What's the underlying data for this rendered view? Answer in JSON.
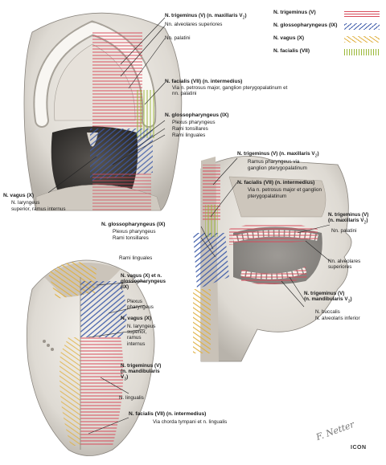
{
  "legend": {
    "trigeminus": {
      "label": "N. trigeminus (V)",
      "color": "#d84a5a"
    },
    "glosso": {
      "label": "N. glossopharyngeus (IX)",
      "color": "#3c5aa8"
    },
    "vagus": {
      "label": "N. vagus (X)",
      "color": "#e0b040"
    },
    "facialis": {
      "label": "N. facialis (VII)",
      "color": "#9ab838"
    }
  },
  "palate": {
    "trigem_title": "N. trigeminus (V) (n. maxillaris V",
    "trigem_sub": "2",
    "trigem_close": ")",
    "alveolares_sup": "Nn. alveolares superiores",
    "palatini": "Nn. palatini",
    "facialis_title": "N. facialis (VII) (n. intermedius)",
    "facialis_desc1": "Via n. petrosus major, ganglion pterygopalatinum et",
    "facialis_desc2": "nn. palatini",
    "glosso_title": "N. glossopharyngeus (IX)",
    "plexus": "Plexus pharyngeus",
    "rami_tons": "Rami tonsillares",
    "rami_ling": "Rami linguales"
  },
  "left": {
    "vagus_title": "N. vagus (X)",
    "vagus_desc1": "N. laryngeus",
    "vagus_desc2": "superior, ramus internus"
  },
  "sagittal": {
    "trigem_title": "N. trigeminus (V) (n. maxillaris V",
    "trigem_sub": "2",
    "trigem_close": ")",
    "ramus_phar1": "Ramus pharyngeus via",
    "ramus_phar2": "ganglion pterygopalatinum",
    "facialis_title": "N. facialis (VII) (n. intermedius)",
    "facialis_desc1": "Via n. petrosus major et ganglion",
    "facialis_desc2": "pterygopalatinum",
    "glosso_title": "N. glossopharyngeus (IX)",
    "plexus": "Plexus pharyngeus",
    "rami_tons": "Rami tonsillares",
    "right_trig1": "N. trigeminus (V)",
    "right_trig2": "(n. maxillaris V",
    "right_trig_sub": "2",
    "right_trig_close": ")",
    "palatini": "Nn. palatini",
    "alveolares1": "Nn. alveolares",
    "alveolares2": "superiores",
    "mand_title1": "N. trigeminus (V)",
    "mand_title2": "(n. mandibularis V",
    "mand_sub": "3",
    "mand_close": ")",
    "buccalis": "N. buccalis",
    "alv_inf": "N. alveolaris inferior"
  },
  "tongue": {
    "rami_ling": "Rami linguales",
    "vagus_glosso1": "N. vagus (X) et n.",
    "vagus_glosso2": "glossopharyngeus",
    "vagus_glosso3": "(IX)",
    "plexus1": "Plexus",
    "plexus2": "pharyngeus",
    "vagus_title": "N. vagus (X)",
    "lar1": "N. laryngeus",
    "lar2": "superior,",
    "lar3": "ramus",
    "lar4": "internus",
    "mand1": "N. trigeminus (V)",
    "mand2": "(n. mandibularis",
    "mand3": "V",
    "mand_sub": "3",
    "mand_close": ")",
    "lingualis": "N. lingualis",
    "facialis_title": "N. facialis (VII) (n. intermedius)",
    "facialis_desc": "Via chorda tympani et n. lingualis"
  },
  "signature": "F. Netter",
  "logo": "ICON"
}
